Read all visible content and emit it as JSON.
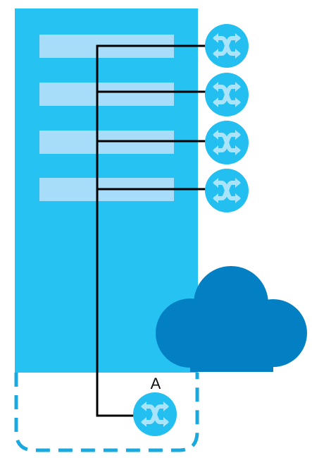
{
  "diagram": {
    "label": "A",
    "colors": {
      "server": "#25c2f2",
      "slot": "#a7ddf8",
      "switch": "#22bff0",
      "switch_arrows": "#a9e4fa",
      "cloud": "#0280c3",
      "link": "#000000",
      "dashed_border": "#1aa9df"
    },
    "icons": {
      "server": "server-icon",
      "switch": "network-switch-icon",
      "cloud": "cloud-icon"
    },
    "switch_count_top": 4,
    "switch_count_bottom": 1
  }
}
